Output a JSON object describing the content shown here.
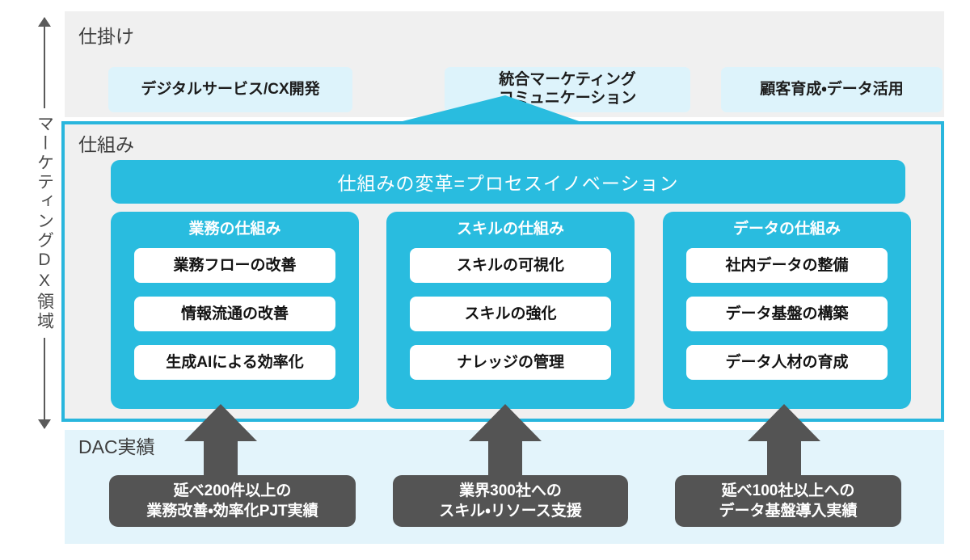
{
  "colors": {
    "cyan": "#29bcdf",
    "cyan_border": "#29b6dd",
    "pill_blue": "#ddf3fb",
    "band_gray": "#f0f0f0",
    "band_lightblue": "#e3f4fb",
    "proof_gray": "#545454",
    "axis_gray": "#5a5a5a",
    "text_dark": "#1c1c1c",
    "text_white": "#ffffff"
  },
  "axis": {
    "label": "マーケティングDX領域",
    "arrow_up_icon": "arrow-up-icon",
    "arrow_down_icon": "arrow-down-icon"
  },
  "bands": {
    "shikake": {
      "title": "仕掛け",
      "pills": [
        {
          "label": "デジタルサービス/CX開発"
        },
        {
          "label": "統合マーケティング\nコミュニケーション"
        },
        {
          "label": "顧客育成・データ活用"
        }
      ]
    },
    "shikumi": {
      "title": "仕組み",
      "banner": "仕組みの変革=プロセスイノベーション",
      "columns": [
        {
          "title": "業務の仕組み",
          "items": [
            "業務フローの改善",
            "情報流通の改善",
            "生成AIによる効率化"
          ]
        },
        {
          "title": "スキルの仕組み",
          "items": [
            "スキルの可視化",
            "スキルの強化",
            "ナレッジの管理"
          ]
        },
        {
          "title": "データの仕組み",
          "items": [
            "社内データの整備",
            "データ基盤の構築",
            "データ人材の育成"
          ]
        }
      ]
    },
    "dac": {
      "title": "DAC実績",
      "proofs": [
        {
          "label": "延べ200件以上の\n業務改善・効率化PJT実績"
        },
        {
          "label": "業界300社への\nスキル・リソース支援"
        },
        {
          "label": "延べ100社以上への\nデータ基盤導入実績"
        }
      ]
    }
  },
  "connectors": {
    "triangle_icon": "triangle-up-icon",
    "arrows": [
      "arrow-up-thick-icon",
      "arrow-up-thick-icon",
      "arrow-up-thick-icon"
    ]
  }
}
